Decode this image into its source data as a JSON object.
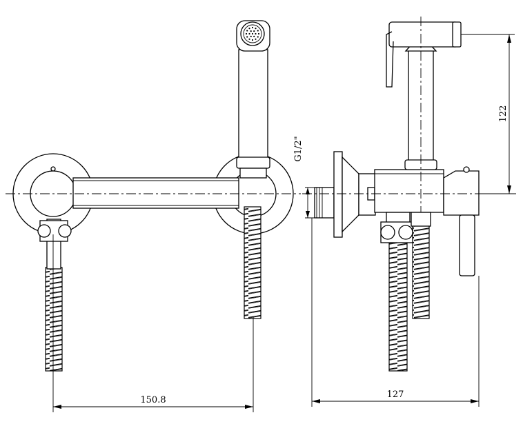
{
  "dimensions": {
    "front_width": "150.8",
    "side_depth": "127",
    "sprayer_height": "122",
    "thread": "G1/2\""
  }
}
